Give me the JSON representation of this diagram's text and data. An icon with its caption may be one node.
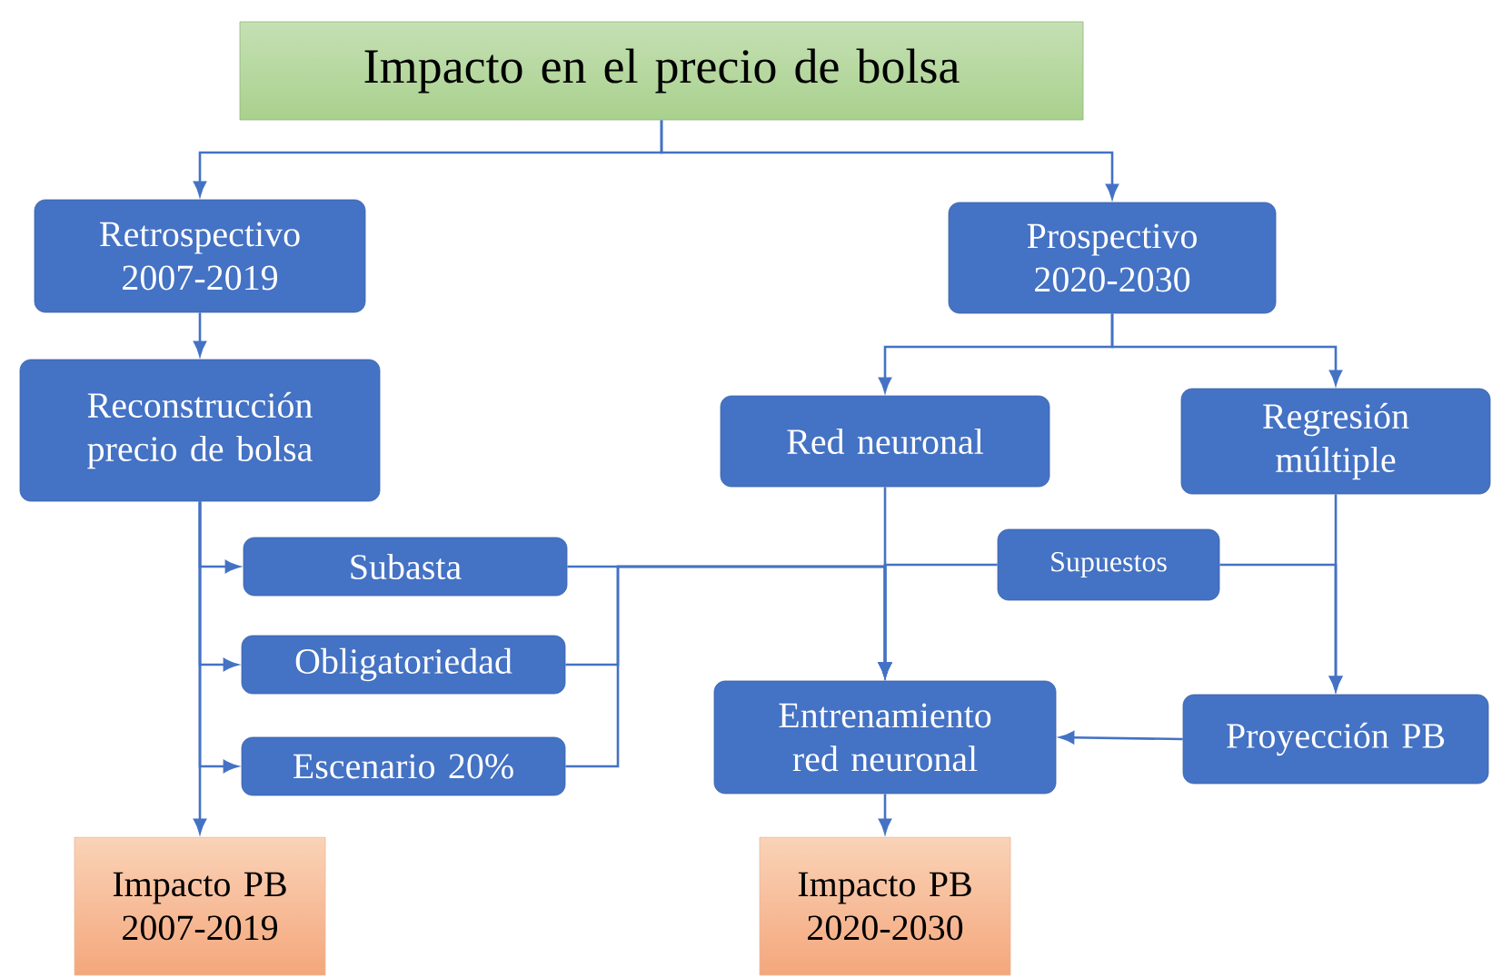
{
  "diagram": {
    "nodes": [
      {
        "text": [
          "Impacto en el precio de bolsa"
        ]
      },
      {
        "text": [
          "Retrospectivo 2007-2019"
        ]
      },
      {
        "text": [
          "Prospectivo 2020-2030"
        ]
      },
      {
        "text": [
          "Reconstrucción precio de bolsa"
        ]
      },
      {
        "text": [
          "Red neuronal"
        ]
      },
      {
        "text": [
          "Regresión múltiple"
        ]
      },
      {
        "text": [
          "Subasta"
        ]
      },
      {
        "text": [
          "Supuestos"
        ]
      },
      {
        "text": [
          "Obligatoriedad"
        ]
      },
      {
        "text": [
          "Entrenamiento red neuronal"
        ]
      },
      {
        "text": [
          "Escenario 20%"
        ]
      },
      {
        "text": [
          "Proyección PB"
        ]
      },
      {
        "text": [
          "Impacto PB 2007-2019"
        ]
      },
      {
        "text": [
          "Impacto PB 2020-2030"
        ]
      }
    ],
    "edges": [
      {
        "from": 0,
        "to": 1,
        "arrow": "to"
      },
      {
        "from": 0,
        "to": 2,
        "arrow": "to"
      },
      {
        "from": 1,
        "to": 3,
        "arrow": "to"
      },
      {
        "from": 3,
        "to": 6,
        "arrow": "to"
      },
      {
        "from": 3,
        "to": 8,
        "arrow": "to"
      },
      {
        "from": 3,
        "to": 10,
        "arrow": "to"
      },
      {
        "from": 3,
        "to": 12,
        "arrow": "to"
      },
      {
        "from": 2,
        "to": 4,
        "arrow": "to"
      },
      {
        "from": 2,
        "to": 5,
        "arrow": "to"
      },
      {
        "from": 6,
        "to": 9,
        "arrow": "to"
      },
      {
        "from": 8,
        "to": 9,
        "arrow": "to"
      },
      {
        "from": 10,
        "to": 9,
        "arrow": "to"
      },
      {
        "from": 4,
        "to": 9,
        "arrow": "to"
      },
      {
        "from": 7,
        "to": 9,
        "arrow": "to"
      },
      {
        "from": 7,
        "to": 11,
        "arrow": "to"
      },
      {
        "from": 5,
        "to": 11,
        "arrow": "to"
      },
      {
        "from": 11,
        "to": 9,
        "arrow": "to"
      },
      {
        "from": 9,
        "to": 13,
        "arrow": "to"
      }
    ]
  }
}
